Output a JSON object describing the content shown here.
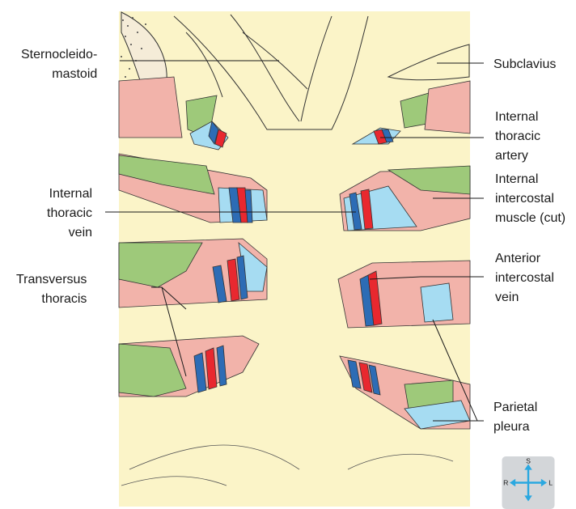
{
  "labels": {
    "sternocleidomastoid": [
      "Sternocleido-",
      "mastoid"
    ],
    "subclavius": [
      "Subclavius"
    ],
    "internal_thoracic_artery": [
      "Internal",
      "thoracic",
      "artery"
    ],
    "internal_thoracic_vein": [
      "Internal",
      "thoracic",
      "vein"
    ],
    "internal_intercostal_muscle": [
      "Internal",
      "intercostal",
      "muscle (cut)"
    ],
    "transversus_thoracis": [
      "Transversus",
      "thoracis"
    ],
    "anterior_intercostal_vein": [
      "Anterior",
      "intercostal",
      "vein"
    ],
    "parietal_pleura": [
      "Parietal",
      "pleura"
    ]
  },
  "compass": {
    "top": "S",
    "left": "R",
    "right": "L"
  },
  "colors": {
    "background": "#fbf4c8",
    "muscle": "#f2b3aa",
    "pleura": "#a6dcf2",
    "membrane": "#9ec97a",
    "artery": "#e8282f",
    "vein": "#2d6cb5",
    "compass_bg": "#d3d6d9",
    "compass_arrow": "#2aa8e0"
  }
}
